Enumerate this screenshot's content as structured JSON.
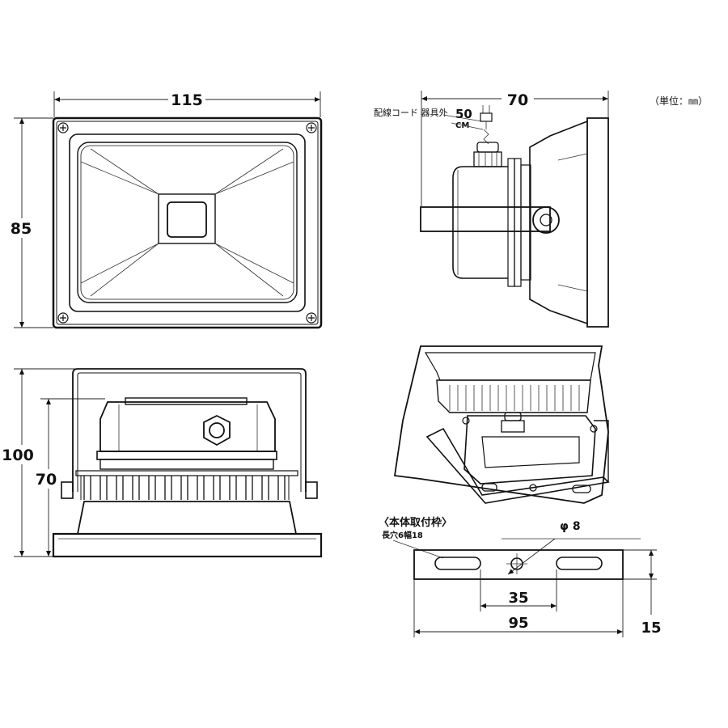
{
  "units_note": "（単位：㎜）",
  "front_view": {
    "width_label": "115",
    "height_label": "85"
  },
  "side_view": {
    "depth_label": "70",
    "cord_label": "配線コード 器具外",
    "cord_length_value": "50",
    "cord_length_unit": "CM"
  },
  "bottom_view": {
    "height_total_label": "100",
    "height_body_label": "70"
  },
  "bracket_view": {
    "title": "〈本体取付枠〉",
    "slot_note": "長穴6幅18",
    "hole_label": "φ 8",
    "hole_spacing_label": "35",
    "length_label": "95",
    "height_label": "15"
  }
}
